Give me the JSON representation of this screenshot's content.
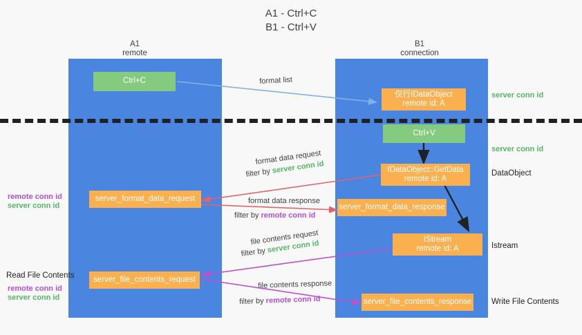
{
  "title": "A1 - Ctrl+C\nB1 - Ctrl+V",
  "columns": {
    "left": {
      "name": "A1",
      "role": "remote",
      "label": "A1\nremote"
    },
    "right": {
      "name": "B1",
      "role": "connection",
      "label": "B1\nconnection"
    }
  },
  "boxes": {
    "ctrl_c": "Ctrl+C",
    "ctrl_v": "Ctrl+V",
    "idataobject": "仅行IDataObject\nremote id: A",
    "getdata": "IDataObject::GetData\nremote id: A",
    "istream": "IStream\nremote id: A",
    "server_format_data_request": "server_format_data_request",
    "server_format_data_response": "server_format_data_response",
    "server_file_contents_request": "server_file_contents_request",
    "server_file_contents_response": "server_file_contents_response"
  },
  "edge_labels": {
    "format_list": "format list",
    "format_data_request": "format data request",
    "format_data_request_filter_prefix": "filter by ",
    "format_data_request_filter_value": "server conn id",
    "format_data_response": "format data response",
    "format_data_response_filter_prefix": "filter by ",
    "format_data_response_filter_value": "remote conn id",
    "file_contents_request": "file contents request",
    "file_contents_request_filter_prefix": "filter by ",
    "file_contents_request_filter_value": "server conn id",
    "file_contents_response": "file contents response",
    "file_contents_response_filter_prefix": "filter by ",
    "file_contents_response_filter_value": "remote conn id"
  },
  "right_annotations": {
    "server_conn_id_top": "server conn id",
    "server_conn_id_mid": "server conn id",
    "dataobject": "DataObject",
    "istream": "Istream",
    "write_file_contents": "Write File Contents"
  },
  "left_annotations": {
    "remote_conn_id_mid": "remote conn id",
    "server_conn_id_mid": "server conn id",
    "read_file_contents": "Read File Contents",
    "remote_conn_id_low": "remote conn id",
    "server_conn_id_low": "server conn id"
  },
  "colors": {
    "lane": "#4a86e0",
    "green_box": "#84ca7f",
    "orange_box": "#fbb050",
    "server_conn_id": "#52b763",
    "remote_conn_id": "#b14fd8",
    "arrow_blue": "#7fb2e5",
    "arrow_red": "#e2636a",
    "arrow_magenta": "#c04fd0",
    "arrow_black": "#202124",
    "background": "#f8f8f8"
  }
}
